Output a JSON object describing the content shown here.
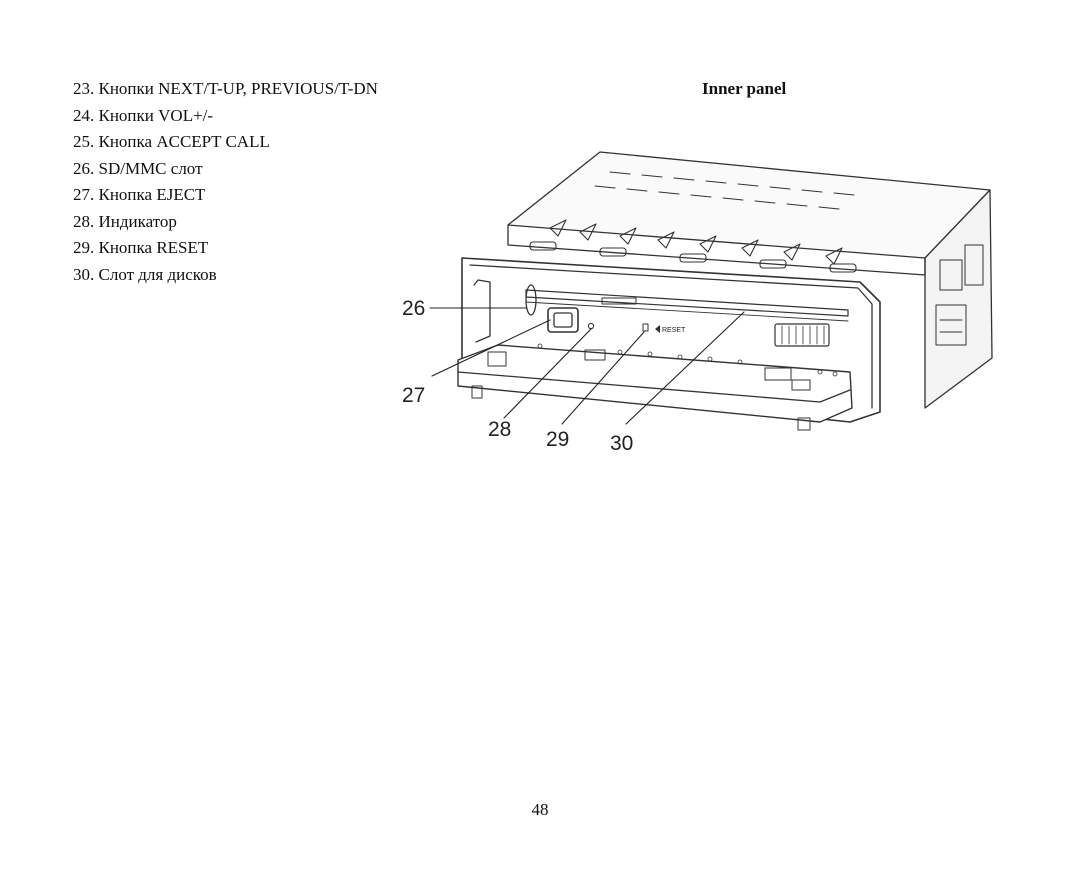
{
  "legend_items": [
    "23. Кнопки NEXT/T-UP, PREVIOUS/T-DN",
    "24. Кнопки VOL+/-",
    "25. Кнопка ACCEPT CALL",
    "26. SD/MMC слот",
    "27. Кнопка EJECT",
    "28. Индикатор",
    "29. Кнопка RESET",
    "30. Слот для дисков"
  ],
  "panel_title": "Inner panel",
  "figure": {
    "callouts": [
      "26",
      "27",
      "28",
      "29",
      "30"
    ],
    "reset_label": "RESET"
  },
  "page_number": "48"
}
